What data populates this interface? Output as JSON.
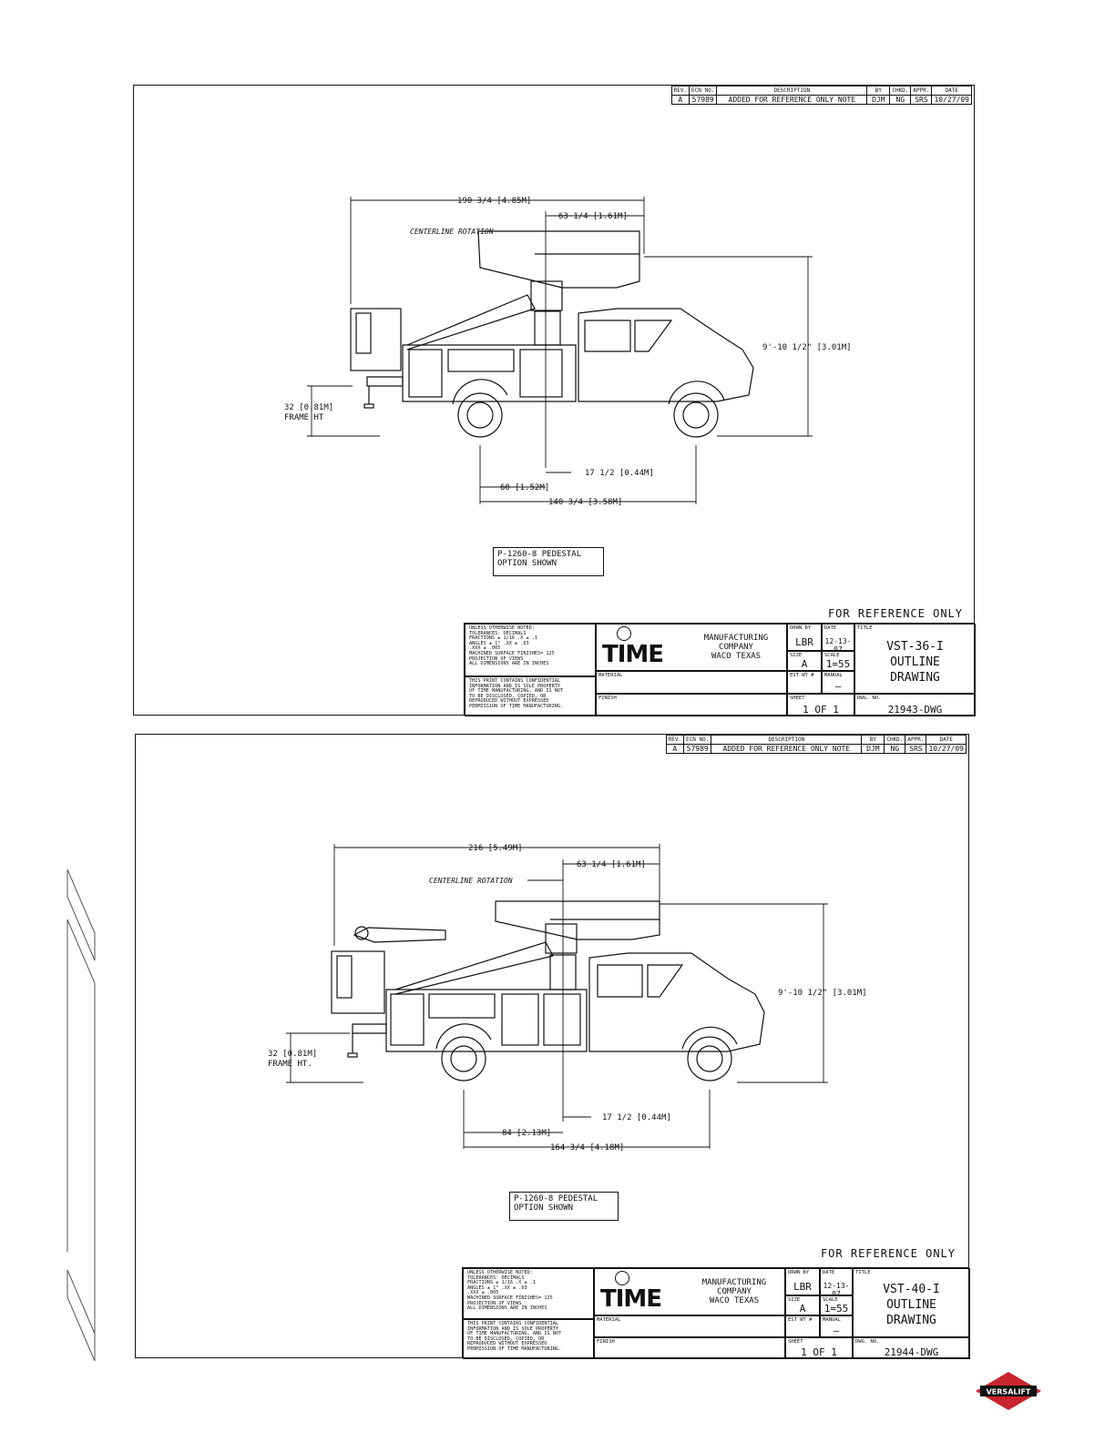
{
  "drawings": [
    {
      "revision": {
        "headers": [
          "REV.",
          "ECN NO.",
          "DESCRIPTION",
          "BY",
          "CHKD.",
          "APPR.",
          "DATE"
        ],
        "row": [
          "A",
          "57989",
          "ADDED FOR REFERENCE ONLY NOTE",
          "DJM",
          "NG",
          "SRS",
          "10/27/09"
        ]
      },
      "dims": {
        "overall_length": "190 3/4 [4.85M]",
        "rotation_offset": "63 1/4 [1.61M]",
        "centerline": "CENTERLINE ROTATION",
        "height": "9'-10 1/2\" [3.01M]",
        "frame_ht_value": "32 [0.81M]",
        "frame_ht_label": "FRAME HT",
        "pedestal_offset": "17 1/2 [0.44M]",
        "axle_offset": "60 [1.52M]",
        "wheelbase": "140 3/4 [3.58M]"
      },
      "note": [
        "P-1260-8 PEDESTAL",
        "OPTION SHOWN"
      ],
      "reference": "FOR REFERENCE ONLY",
      "title_block": {
        "tolerances": [
          "UNLESS OTHERWISE NOTED:",
          "TOLERANCES:       DECIMALS",
          "FRACTIONS  ± 1/16    .X   ± .1",
          "ANGLES     ± 1°      .XX  ± .03",
          "                     .XXX ± .005",
          "MACHINED SURFACE FINISHES= 125",
          "PROJECTION OF VIEWS",
          "ALL DIMENSIONS ARE IN INCHES"
        ],
        "confidential": [
          "THIS PRINT CONTAINS CONFIDENTIAL",
          "INFORMATION AND IS SOLE PROPERTY",
          "OF TIME MANUFACTURING, AND IS NOT",
          "TO BE DISCLOSED, COPIED, OR",
          "REPRODUCED WITHOUT EXPRESSED",
          "PERMISSION OF TIME MANUFACTURING."
        ],
        "logo": "TIME",
        "company": [
          "MANUFACTURING",
          "COMPANY",
          "WACO TEXAS"
        ],
        "material_label": "MATERIAL",
        "finish_label": "FINISH",
        "drwn_by_label": "DRWN BY",
        "drwn_by": "LBR",
        "date_label": "DATE",
        "date": "12-13-07",
        "size_label": "SIZE",
        "size": "A",
        "scale_label": "SCALE",
        "scale": "1=55",
        "est_wt_label": "EST WT #",
        "manual_label": "MANUAL",
        "manual": "–",
        "sheet_label": "SHEET",
        "sheet": "1 OF 1",
        "title_label": "TITLE",
        "title": [
          "VST-36-I",
          "OUTLINE",
          "DRAWING"
        ],
        "dwg_label": "DWG. NO.",
        "dwg": "21943-DWG"
      }
    },
    {
      "revision": {
        "headers": [
          "REV.",
          "ECN NO.",
          "DESCRIPTION",
          "BY",
          "CHKD.",
          "APPR.",
          "DATE"
        ],
        "row": [
          "A",
          "57989",
          "ADDED FOR REFERENCE ONLY NOTE",
          "DJM",
          "NG",
          "SRS",
          "10/27/09"
        ]
      },
      "dims": {
        "overall_length": "216 [5.49M]",
        "rotation_offset": "63 1/4 [1.61M]",
        "centerline": "CENTERLINE ROTATION",
        "height": "9'-10 1/2\" [3.01M]",
        "frame_ht_value": "32 [0.81M]",
        "frame_ht_label": "FRAME HT.",
        "pedestal_offset": "17 1/2 [0.44M]",
        "axle_offset": "84 [2.13M]",
        "wheelbase": "164 3/4 [4.18M]"
      },
      "note": [
        "P-1260-8 PEDESTAL",
        "OPTION SHOWN"
      ],
      "reference": "FOR REFERENCE ONLY",
      "title_block": {
        "tolerances": [
          "UNLESS OTHERWISE NOTED:",
          "TOLERANCES:       DECIMALS",
          "FRACTIONS  ± 1/16    .X   ± .1",
          "ANGLES     ± 1°      .XX  ± .03",
          "                     .XXX ± .005",
          "MACHINED SURFACE FINISHES= 125",
          "PROJECTION OF VIEWS",
          "ALL DIMENSIONS ARE IN INCHES"
        ],
        "confidential": [
          "THIS PRINT CONTAINS CONFIDENTIAL",
          "INFORMATION AND IS SOLE PROPERTY",
          "OF TIME MANUFACTURING, AND IS NOT",
          "TO BE DISCLOSED, COPIED, OR",
          "REPRODUCED WITHOUT EXPRESSED",
          "PERMISSION OF TIME MANUFACTURING."
        ],
        "logo": "TIME",
        "company": [
          "MANUFACTURING",
          "COMPANY",
          "WACO TEXAS"
        ],
        "material_label": "MATERIAL",
        "finish_label": "FINISH",
        "drwn_by_label": "DRWN BY",
        "drwn_by": "LBR",
        "date_label": "DATE",
        "date": "12-13-07",
        "size_label": "SIZE",
        "size": "A",
        "scale_label": "SCALE",
        "scale": "1=55",
        "est_wt_label": "EST WT #",
        "manual_label": "MANUAL",
        "manual": "–",
        "sheet_label": "SHEET",
        "sheet": "1 OF 1",
        "title_label": "TITLE",
        "title": [
          "VST-40-I",
          "OUTLINE",
          "DRAWING"
        ],
        "dwg_label": "DWG. NO.",
        "dwg": "21944-DWG"
      }
    }
  ],
  "brand": {
    "logo": "VERSALIFT",
    "color": "#c8252c"
  }
}
